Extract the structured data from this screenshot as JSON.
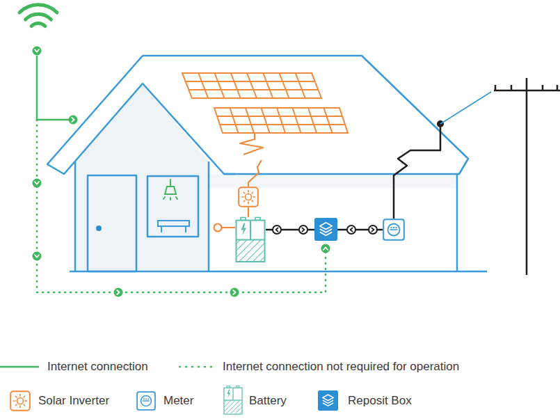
{
  "diagram": {
    "legend": [
      {
        "text": "Internet connection"
      },
      {
        "text": "Internet connection not required for operation"
      },
      {
        "text": "Solar Inverter"
      },
      {
        "text": "Meter"
      },
      {
        "text": "Battery"
      },
      {
        "text": "Reposit Box"
      }
    ]
  }
}
